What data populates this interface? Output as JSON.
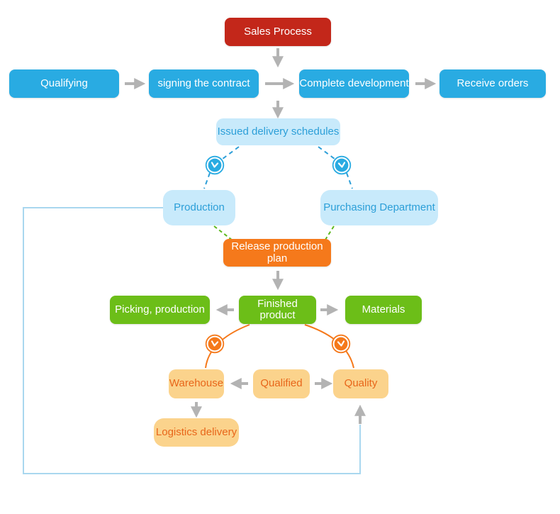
{
  "diagram": {
    "nodes": {
      "sales_process": "Sales Process",
      "qualifying": "Qualifying",
      "signing_the_contract": "signing the contract",
      "complete_development": "Complete development",
      "receive_orders": "Receive orders",
      "issued_delivery_schedules": "Issued delivery schedules",
      "production": "Production",
      "purchasing_department": "Purchasing Department",
      "release_production_plan": "Release production plan",
      "picking_production": "Picking, production",
      "finished_product": "Finished product",
      "materials": "Materials",
      "warehouse": "Warehouse",
      "qualified": "Qualified",
      "quality": "Quality",
      "logistics_delivery": "Logistics delivery"
    },
    "icons": {
      "clock_blue": "clock-icon",
      "clock_orange": "clock-icon"
    },
    "colors": {
      "red": "#c3271a",
      "blue": "#29abe2",
      "light_blue_fill": "#c8eafb",
      "light_blue_text": "#2c9fd8",
      "orange": "#f5791b",
      "green": "#6cbe18",
      "light_orange_fill": "#fbd38c",
      "light_orange_text": "#e8661a",
      "arrow_gray": "#b3b3b3",
      "green_dash": "#5cb81e",
      "blue_dash": "#2d9fd8",
      "feedback_line": "#a9d7ef"
    }
  }
}
